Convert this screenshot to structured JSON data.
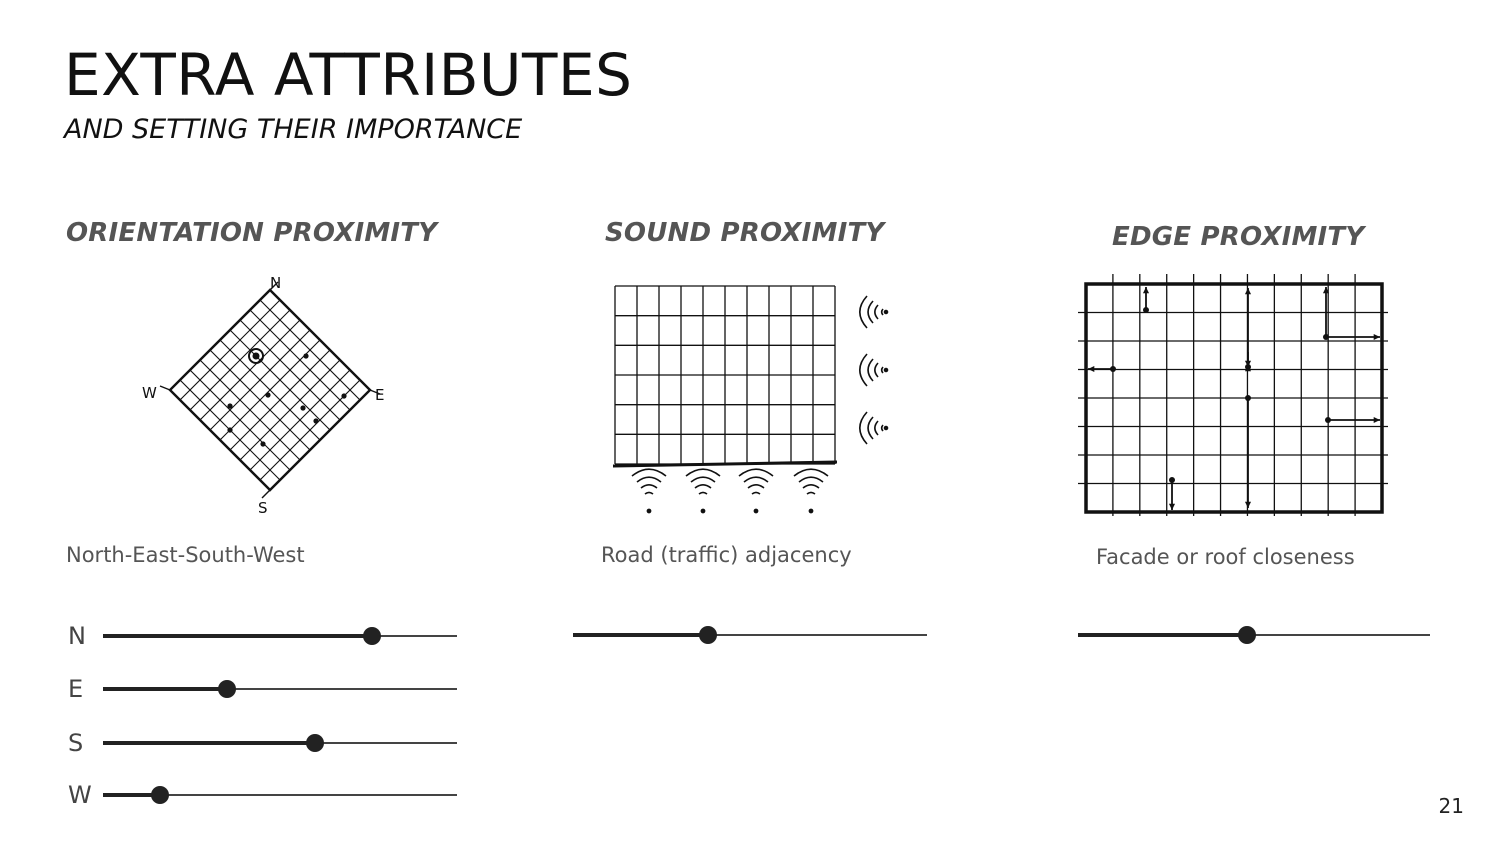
{
  "header": {
    "title": "EXTRA ATTRIBUTES",
    "subtitle": "AND SETTING THEIR IMPORTANCE"
  },
  "orientation": {
    "title": "ORIENTATION PROXIMITY",
    "caption": "North-East-South-West",
    "compass": {
      "n": "N",
      "e": "E",
      "s": "S",
      "w": "W"
    },
    "sliders": [
      {
        "label": "N",
        "value": 0.76
      },
      {
        "label": "E",
        "value": 0.35
      },
      {
        "label": "S",
        "value": 0.6
      },
      {
        "label": "W",
        "value": 0.16
      }
    ]
  },
  "sound": {
    "title": "SOUND PROXIMITY",
    "caption": "Road (traffic) adjacency",
    "slider": {
      "value": 0.38
    }
  },
  "edge": {
    "title": "EDGE PROXIMITY",
    "caption": "Facade or roof closeness",
    "slider": {
      "value": 0.48
    }
  },
  "page_number": "21"
}
